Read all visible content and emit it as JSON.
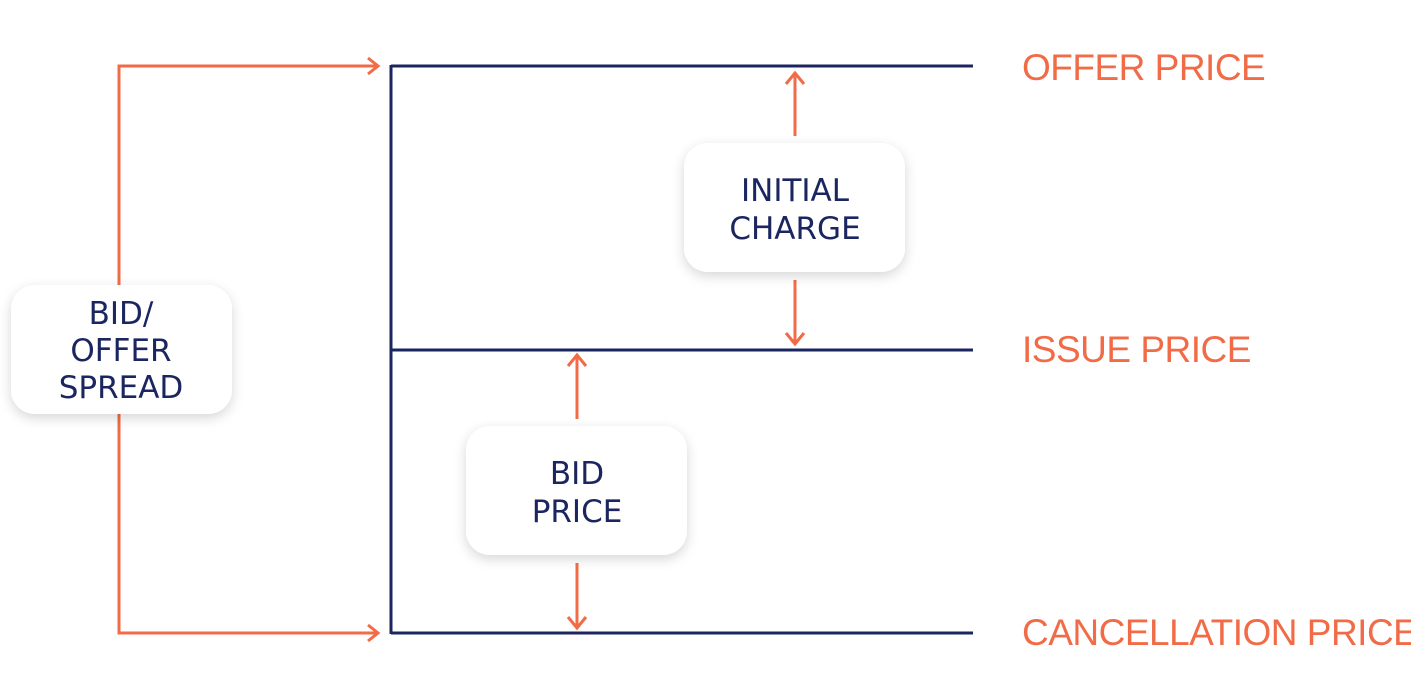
{
  "levels": {
    "offer": "OFFER PRICE",
    "issue": "ISSUE PRICE",
    "cancellation": "CANCELLATION PRICE"
  },
  "boxes": {
    "initial_charge": {
      "line1": "INITIAL",
      "line2": "CHARGE"
    },
    "bid_price": {
      "line1": "BID",
      "line2": "PRICE"
    },
    "bid_offer_spread": {
      "line1": "BID/",
      "line2": "OFFER",
      "line3": "SPREAD"
    }
  },
  "colors": {
    "navy": "#1b2660",
    "orange": "#f26b47",
    "box_fill": "#ffffff"
  }
}
